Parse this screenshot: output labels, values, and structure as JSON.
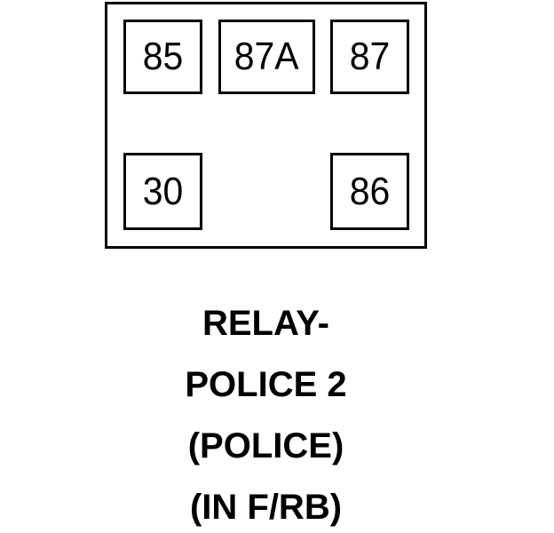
{
  "figure": {
    "type": "relay-pinout-diagram",
    "colors": {
      "line": "#000000",
      "text": "#000000",
      "background": "#ffffff"
    },
    "pins": [
      {
        "label": "85",
        "position": "top-left"
      },
      {
        "label": "87A",
        "position": "top-center"
      },
      {
        "label": "87",
        "position": "top-right"
      },
      {
        "label": "30",
        "position": "bottom-left"
      },
      {
        "label": "86",
        "position": "bottom-right"
      }
    ],
    "caption": {
      "lines": [
        "RELAY-",
        "POLICE 2",
        "(POLICE)",
        "(IN F/RB)"
      ]
    }
  }
}
